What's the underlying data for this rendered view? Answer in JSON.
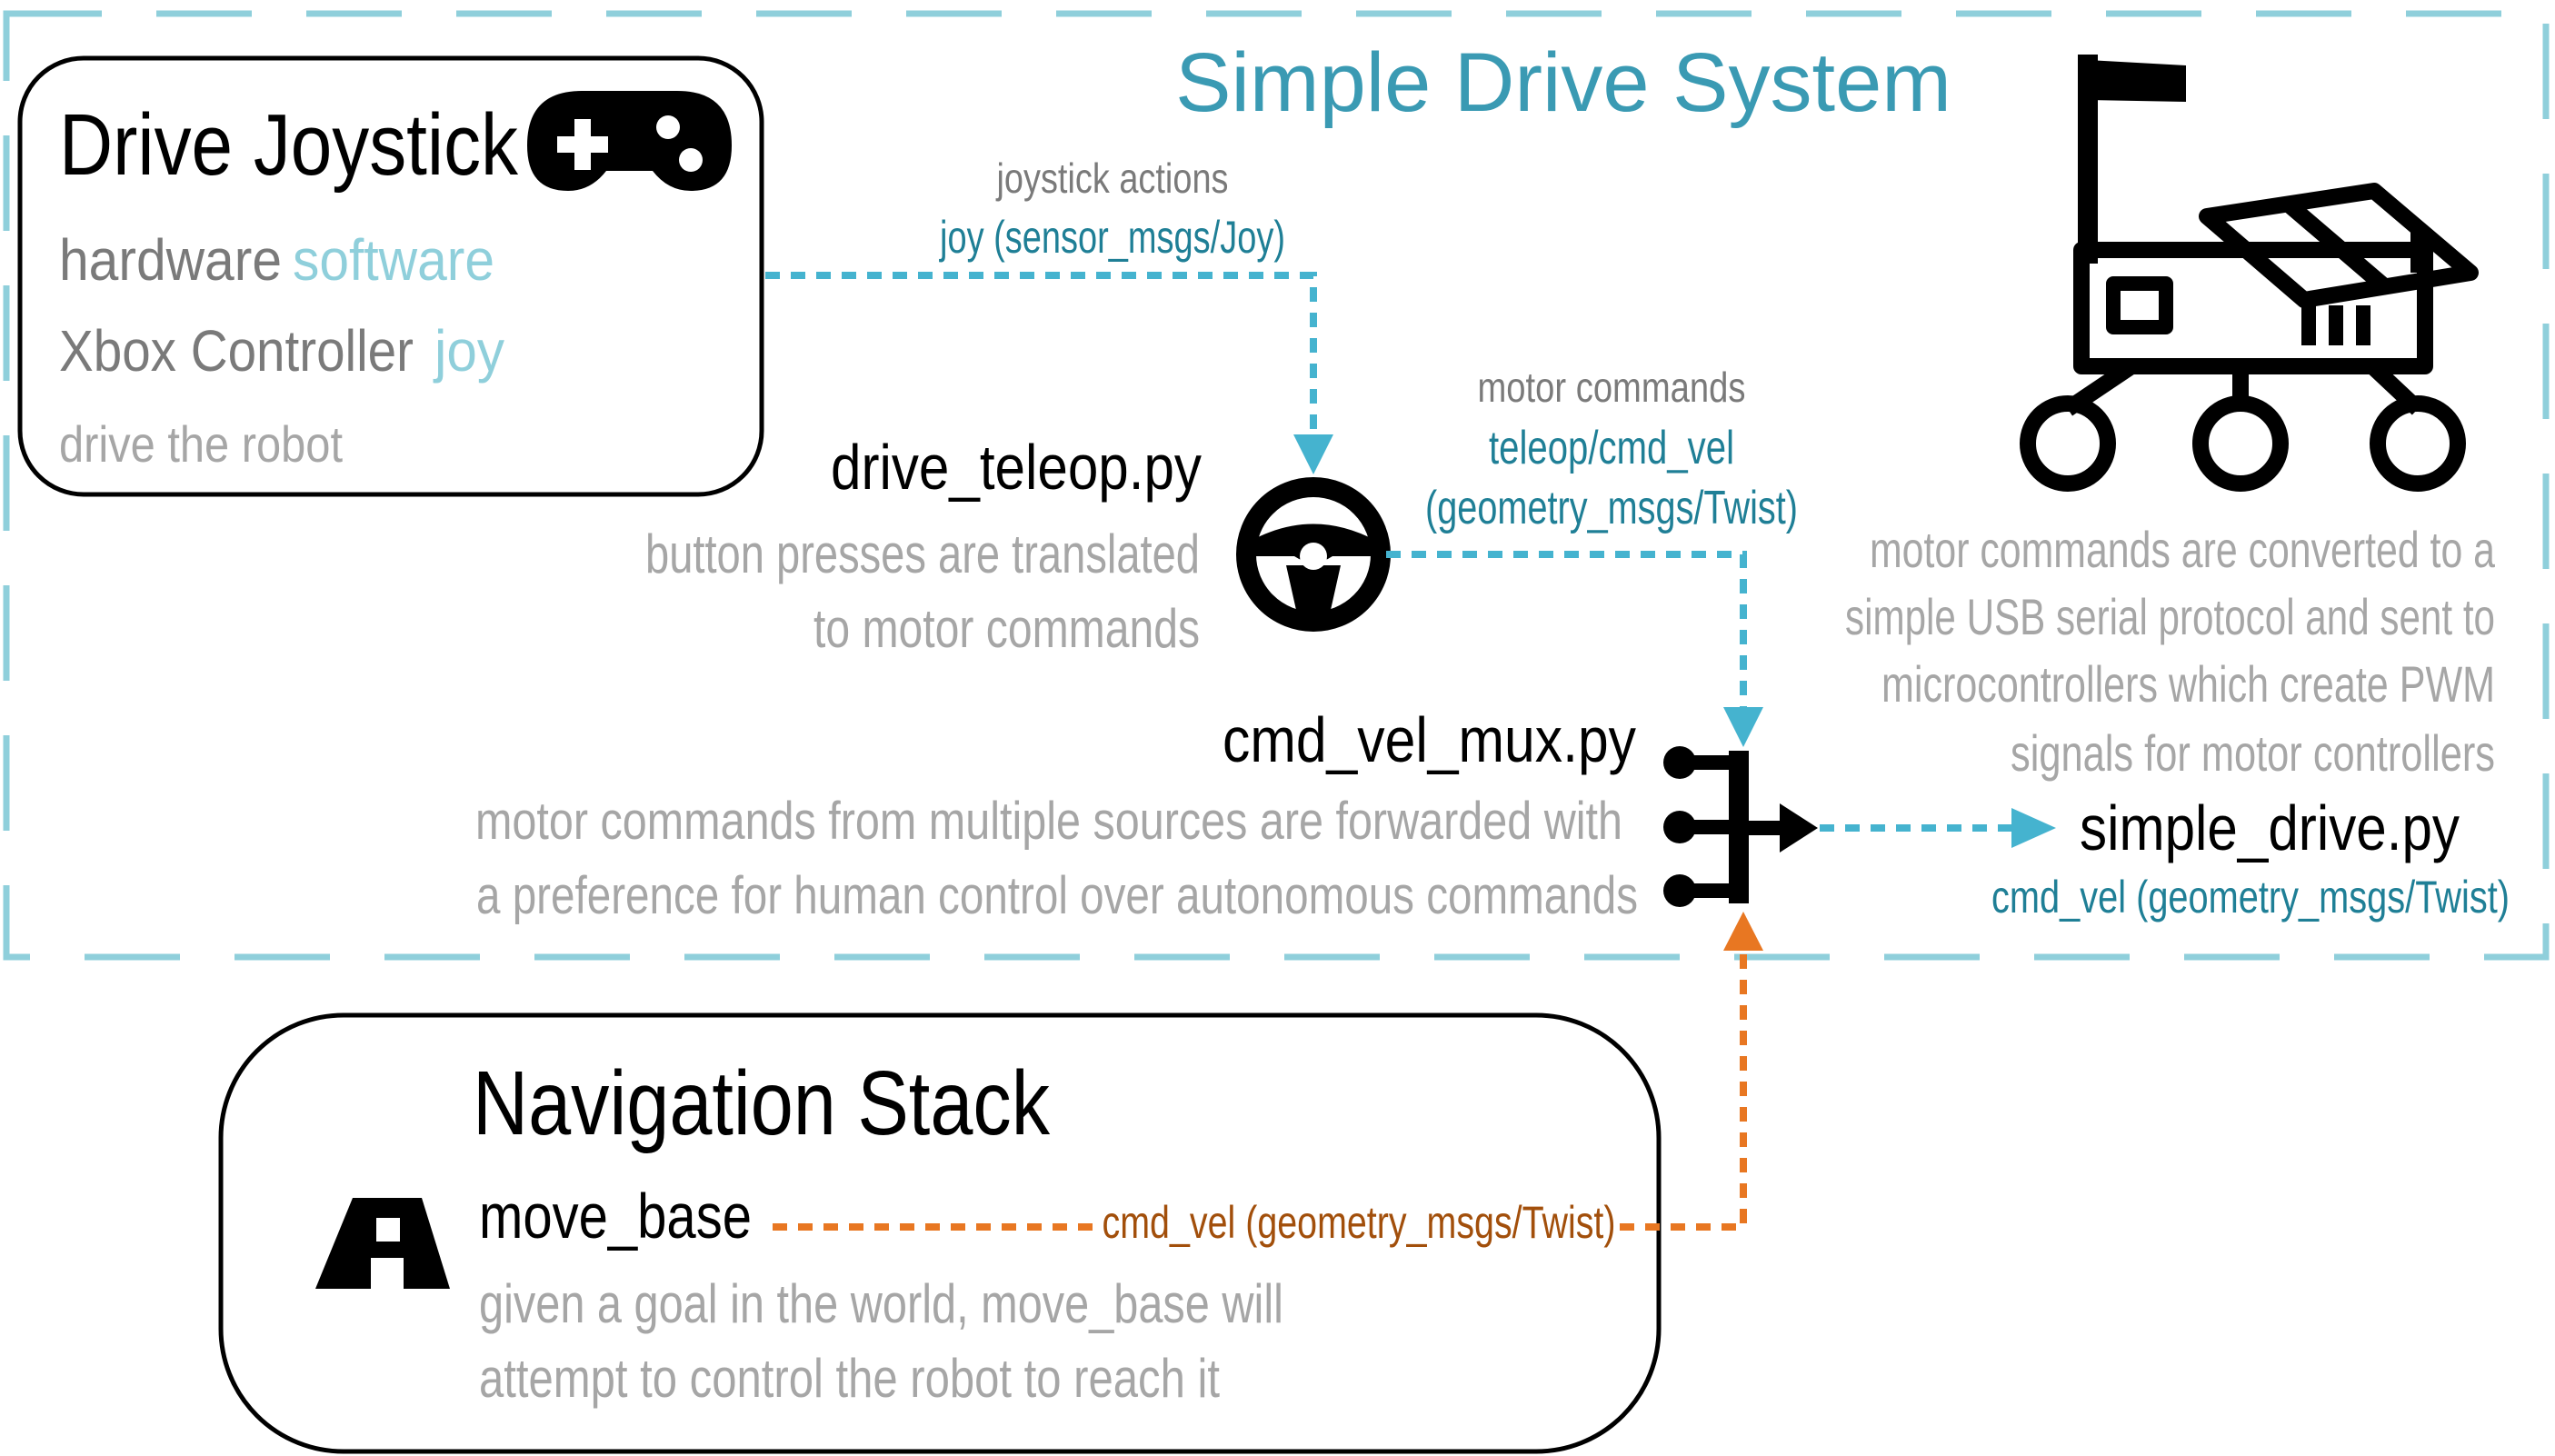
{
  "system_title": "Simple Drive System",
  "joystick": {
    "title": "Drive Joystick",
    "hardware_label": "hardware",
    "software_label": "software",
    "hardware_value": "Xbox Controller",
    "software_value": "joy",
    "description": "drive the robot",
    "icon": "gamepad-icon"
  },
  "joy_link": {
    "caption": "joystick actions",
    "topic": "joy (sensor_msgs/Joy)"
  },
  "teleop": {
    "name": "drive_teleop.py",
    "description": [
      "button presses are translated",
      "to motor commands"
    ],
    "icon": "steering-wheel-icon"
  },
  "teleop_link": {
    "caption": "motor commands",
    "topic": "teleop/cmd_vel",
    "type": "(geometry_msgs/Twist)"
  },
  "mux": {
    "name": "cmd_vel_mux.py",
    "description": [
      "motor commands from multiple sources are forwarded with",
      "a preference for human control over autonomous commands"
    ],
    "icon": "mux-icon"
  },
  "drive": {
    "name": "simple_drive.py",
    "topic": "cmd_vel (geometry_msgs/Twist)",
    "description": [
      "motor commands are converted to a",
      "simple USB serial protocol and sent to",
      "microcontrollers which create PWM",
      "signals for motor controllers"
    ],
    "icon": "rover-icon"
  },
  "navigation": {
    "title": "Navigation Stack",
    "node": "move_base",
    "topic": "cmd_vel (geometry_msgs/Twist)",
    "description": [
      "given a goal in the world, move_base will",
      "attempt to control the robot to reach it"
    ],
    "icon": "road-icon"
  },
  "colors": {
    "blue": "#45b3cf",
    "blue_text": "#1f7f96",
    "orange": "#e87722",
    "orange_text": "#a24f0b",
    "gray_text": "#9a9a9a",
    "dark_gray_text": "#7a7a7a",
    "black": "#000000"
  }
}
